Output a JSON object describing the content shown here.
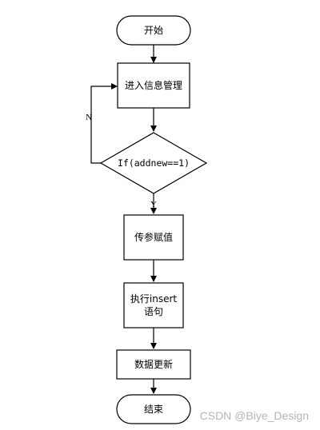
{
  "flowchart": {
    "start": "开始",
    "step1": "进入信息管理",
    "decision": "If(addnew==1)",
    "no_label": "N",
    "yes_label": "Y",
    "step2": "传参赋值",
    "step3_line1": "执行insert",
    "step3_line2": "语句",
    "step4": "数据更新",
    "end": "结束"
  },
  "watermark": "CSDN @Biye_Design"
}
